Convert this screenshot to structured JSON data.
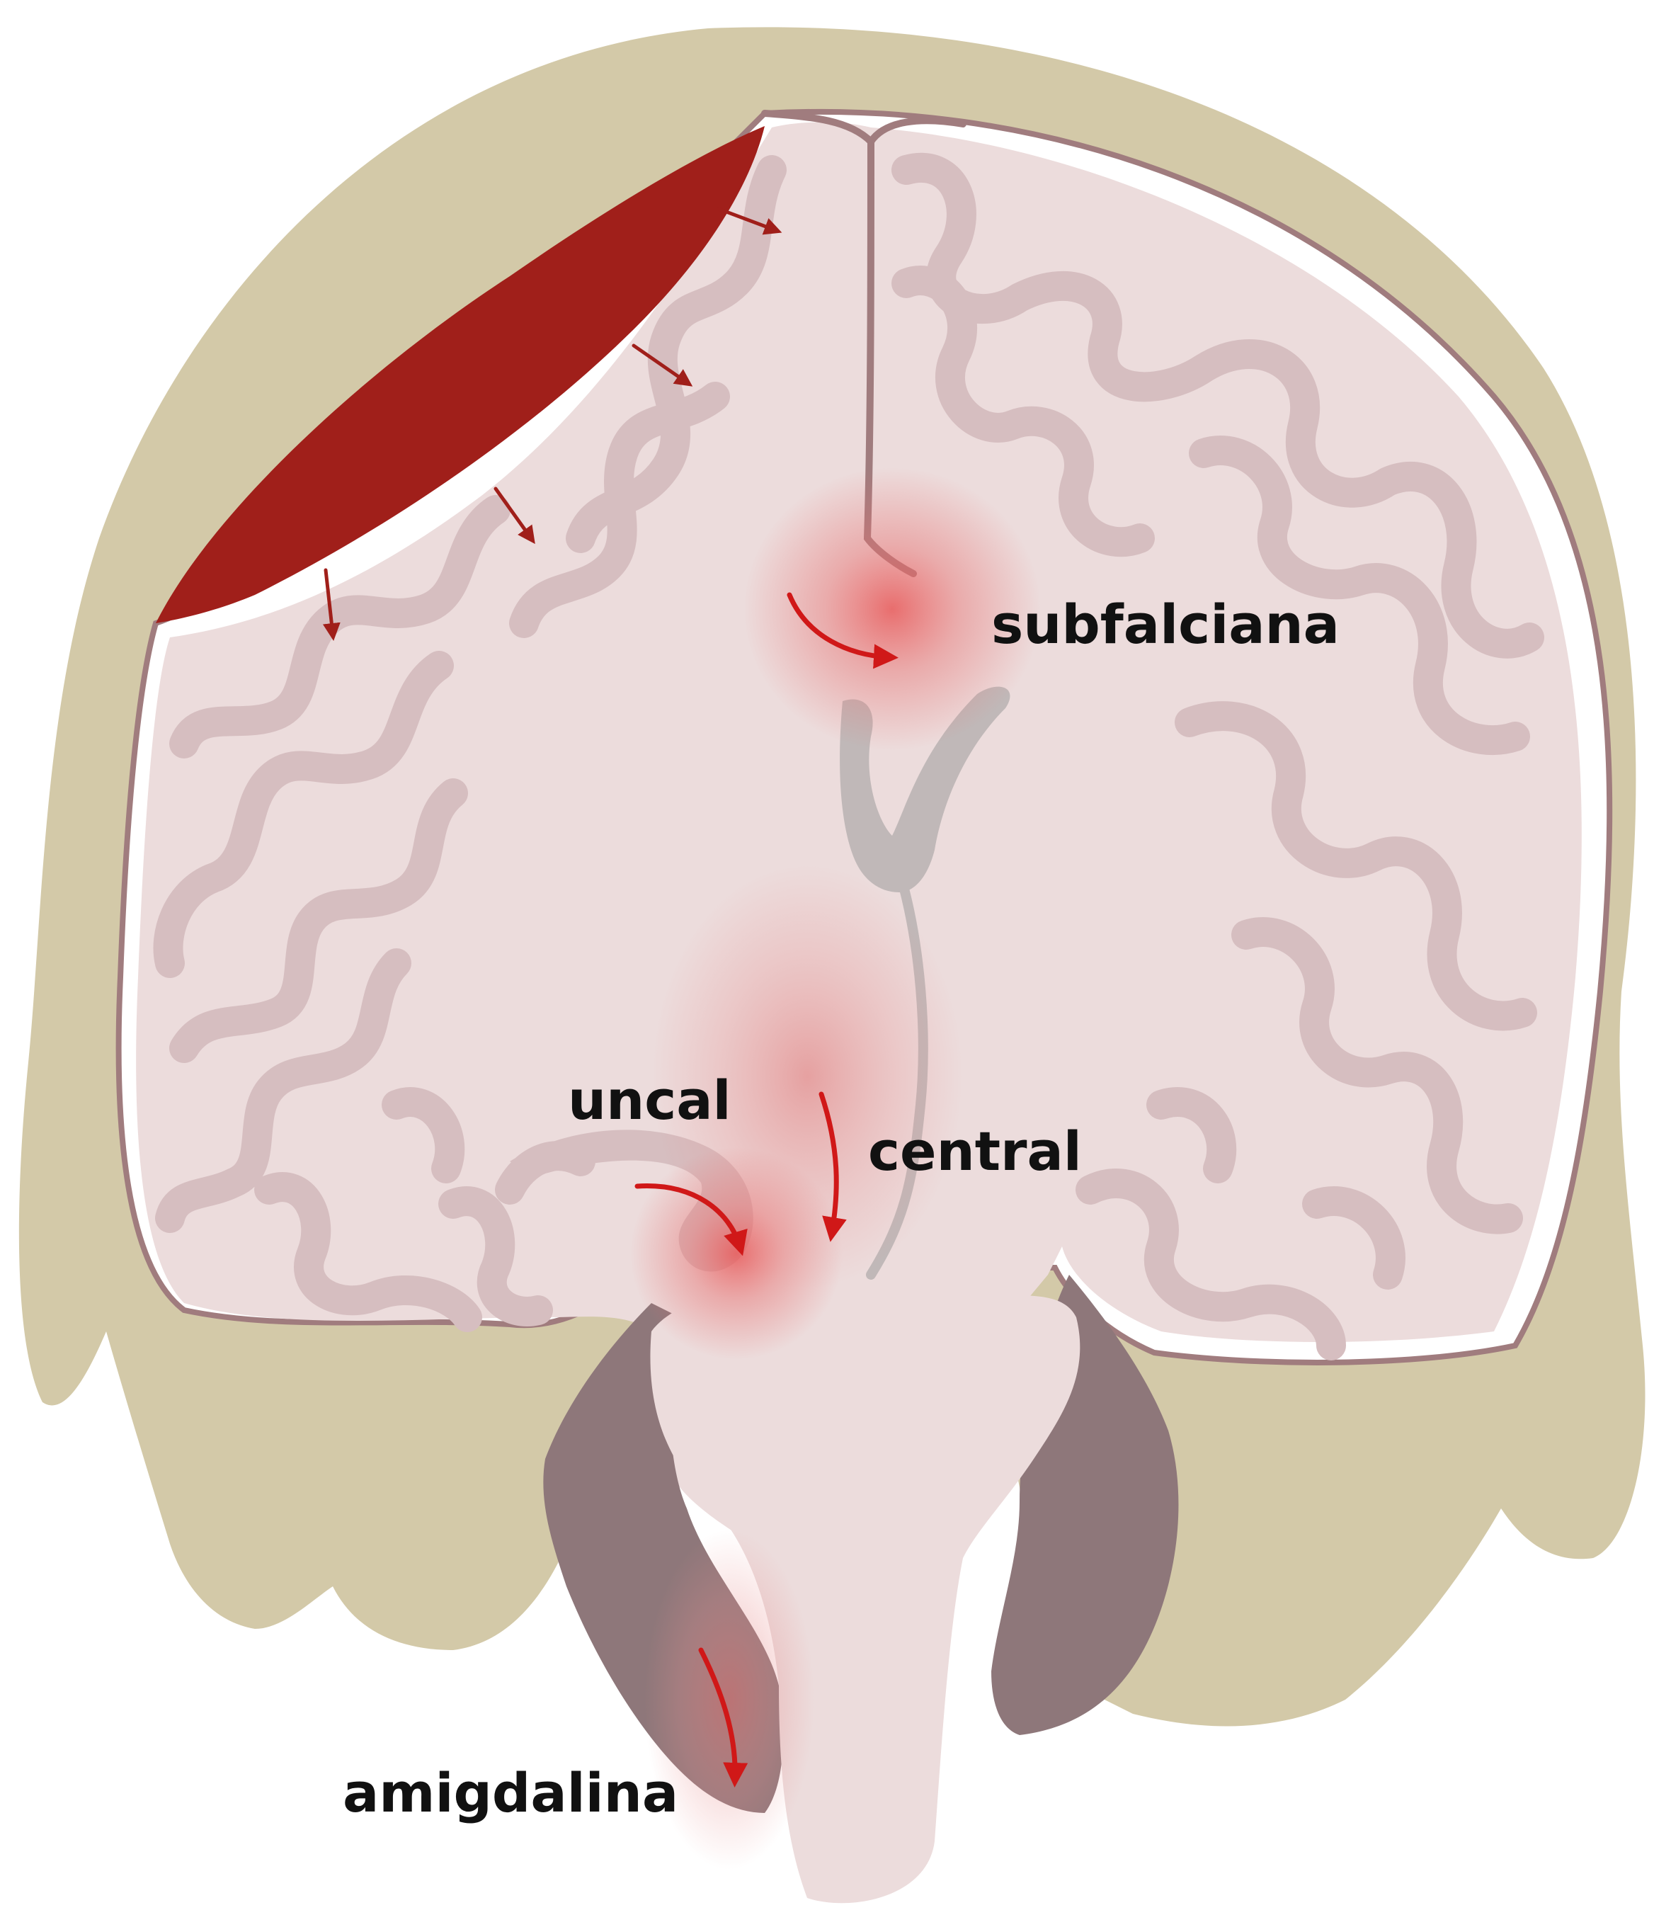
{
  "figure": {
    "labels": {
      "subfalciana": "subfalciana",
      "uncal": "uncal",
      "central": "central",
      "amigdalina": "amigdalina"
    }
  },
  "colors": {
    "bone": "#d3c9a8",
    "outline": "#a07c7e",
    "brain_fill": "#ecdcdc",
    "gyri": "#d6bec0",
    "hematoma": "#a01f1a",
    "herniation_glow": "#e85a5a",
    "arrow": "#d01818",
    "ventricle": "#c0b8b8",
    "cisterns": "#8e777a",
    "label_text": "#111111"
  }
}
